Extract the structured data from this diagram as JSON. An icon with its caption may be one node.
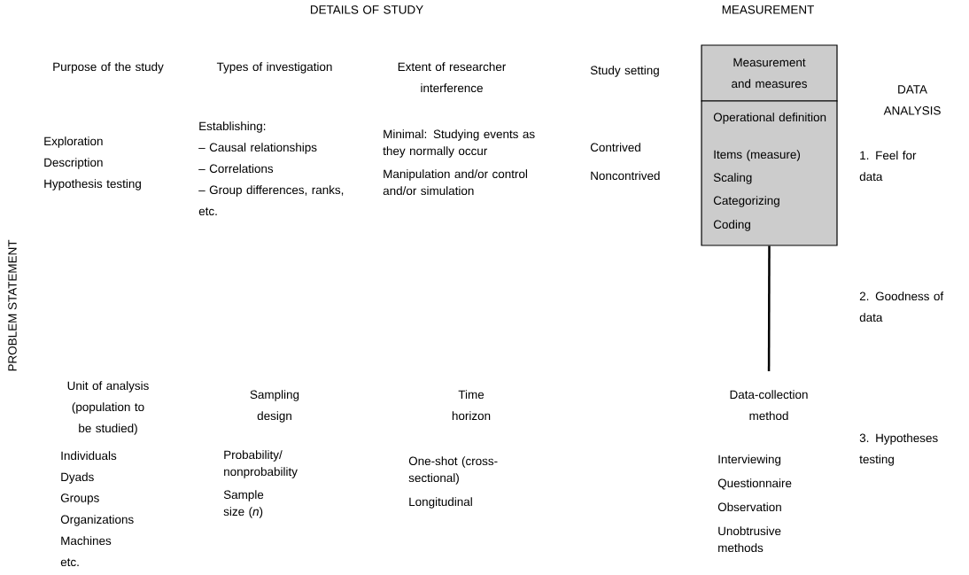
{
  "diagram": {
    "nodes": [
      {
        "text": [
          "Measurement and measures"
        ]
      },
      {
        "text": [
          "Operational definition",
          "Items (measure)",
          "Scaling",
          "Categorizing",
          "Coding"
        ]
      },
      {
        "text": [
          "Data-collection method"
        ]
      }
    ],
    "edges": [
      {
        "from": 1,
        "to": 2,
        "arrow": "none"
      }
    ],
    "labels": [
      "DETAILS OF STUDY",
      "MEASUREMENT",
      "PROBLEM STATEMENT",
      "Purpose of the study",
      "Exploration",
      "Description",
      "Hypothesis testing",
      "Types of investigation",
      "Establishing:",
      "– Causal relationships",
      "– Correlations",
      "– Group differences, ranks, etc.",
      "Extent of researcher interference",
      "Minimal: Studying events as they normally occur",
      "Manipulation and/or control and/or simulation",
      "Study setting",
      "Contrived",
      "Noncontrived",
      "DATA ANALYSIS",
      "1. Feel for data",
      "2. Goodness of data",
      "3. Hypotheses testing",
      "Unit of analysis (population to be studied)",
      "Individuals",
      "Dyads",
      "Groups",
      "Organizations",
      "Machines etc.",
      "Sampling design",
      "Probability/ nonprobability",
      "Sample size (*n*)",
      "Time horizon",
      "One-shot (cross-sectional)",
      "Longitudinal",
      "Interviewing",
      "Questionnaire",
      "Observation",
      "Unobtrusive methods"
    ]
  }
}
